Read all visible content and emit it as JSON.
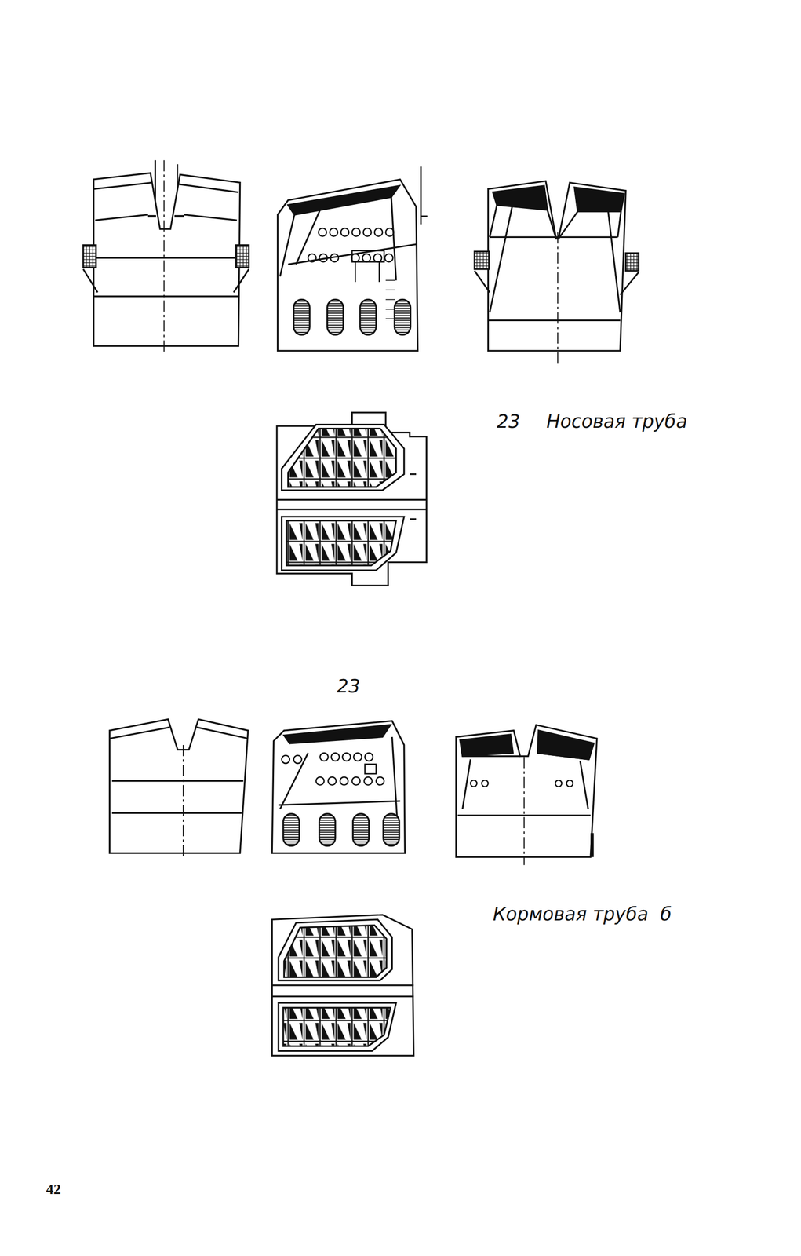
{
  "diagram": {
    "labels": [
      "23",
      "Носовая труба",
      "23",
      "Кормовая труба",
      "б",
      "42"
    ]
  }
}
